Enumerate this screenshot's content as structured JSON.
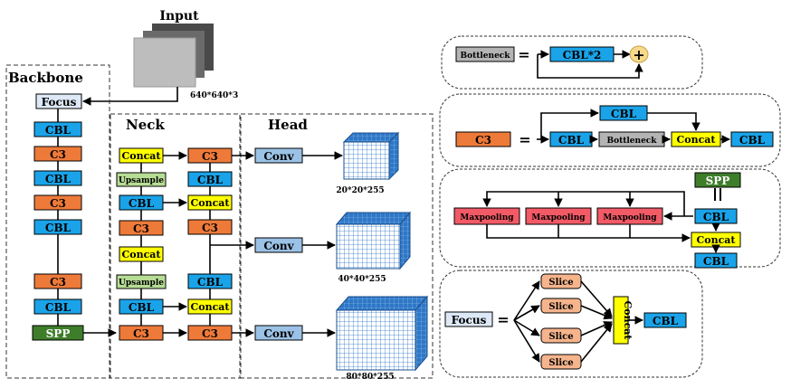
{
  "title_input": "Input",
  "input_size": "640*640*3",
  "sections": {
    "backbone": "Backbone",
    "neck": "Neck",
    "head": "Head"
  },
  "labels": {
    "focus": "Focus",
    "cbl": "CBL",
    "c3": "C3",
    "spp": "SPP",
    "concat": "Concat",
    "upsample": "Upsample",
    "conv": "Conv",
    "bottleneck": "Bottleneck",
    "cbl2": "CBL*2",
    "maxpooling": "Maxpooling",
    "slice": "Slice",
    "equals": "=",
    "plus": "+"
  },
  "outputs": [
    "20*20*255",
    "40*40*255",
    "80*80*255"
  ],
  "colors": {
    "cbl": "#1aa3e8",
    "c3": "#ee7a3a",
    "concat": "#ffff00",
    "upsample": "#b7dd95",
    "spp": "#3e7d2a",
    "focus": "#dde9f7",
    "conv": "#9bc2e6",
    "bottleneck": "#b4b4b4",
    "maxpooling": "#f25a66",
    "slice": "#f6b48c",
    "plus": "#f6d98c",
    "tensor": "#2e77c7"
  }
}
